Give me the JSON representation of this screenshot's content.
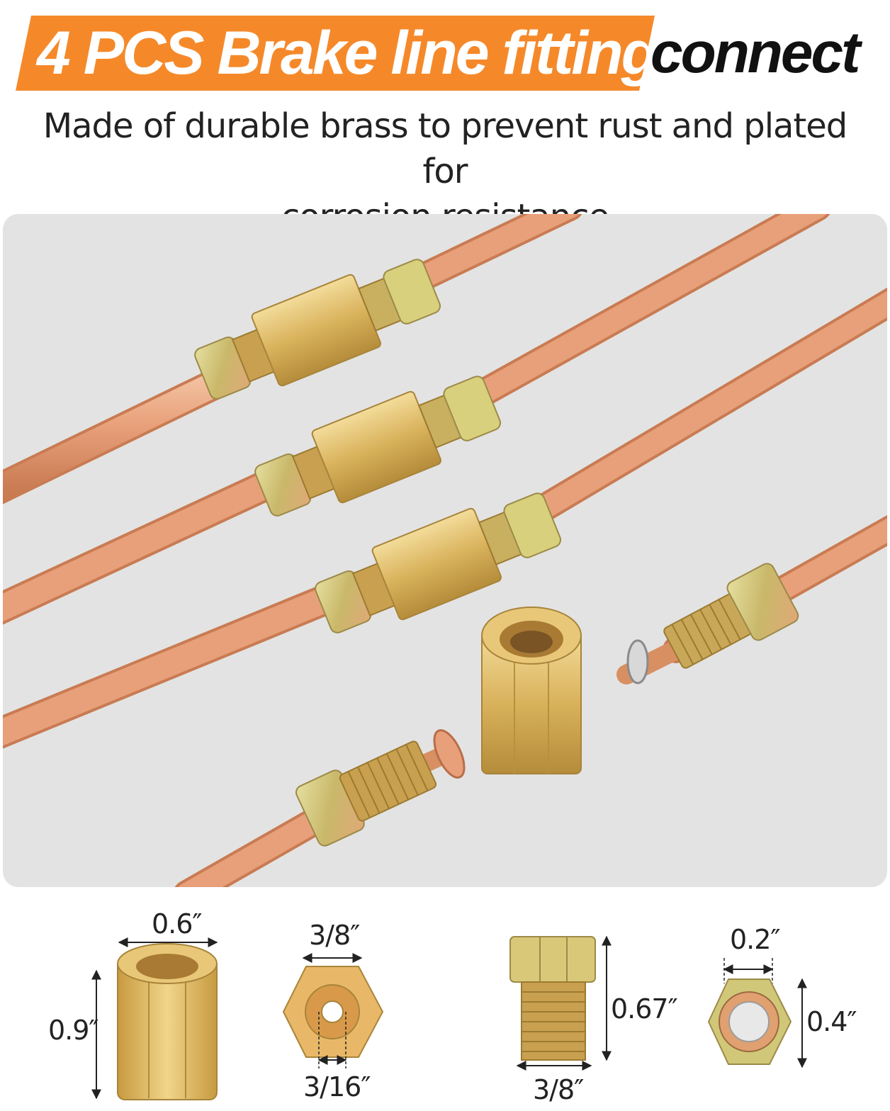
{
  "header": {
    "title_main": "4 PCS Brake line fitting",
    "title_accent": "connect",
    "subtitle_line1": "Made of durable brass to prevent rust and plated for",
    "subtitle_line2": "corrosion resistance"
  },
  "colors": {
    "banner_orange": "#f5892a",
    "copper": "#e8a07a",
    "brass": "#d9b25c",
    "zinc_nut": "#c9c27a",
    "panel_bg": "#e3e3e3"
  },
  "dimensions": {
    "coupler_width": "0.6″",
    "coupler_height": "0.9″",
    "hex_across": "3/8″",
    "hex_bore": "3/16″",
    "bolt_height": "0.67″",
    "bolt_width": "3/8″",
    "nut_bore": "0.2″",
    "nut_height": "0.4″"
  }
}
